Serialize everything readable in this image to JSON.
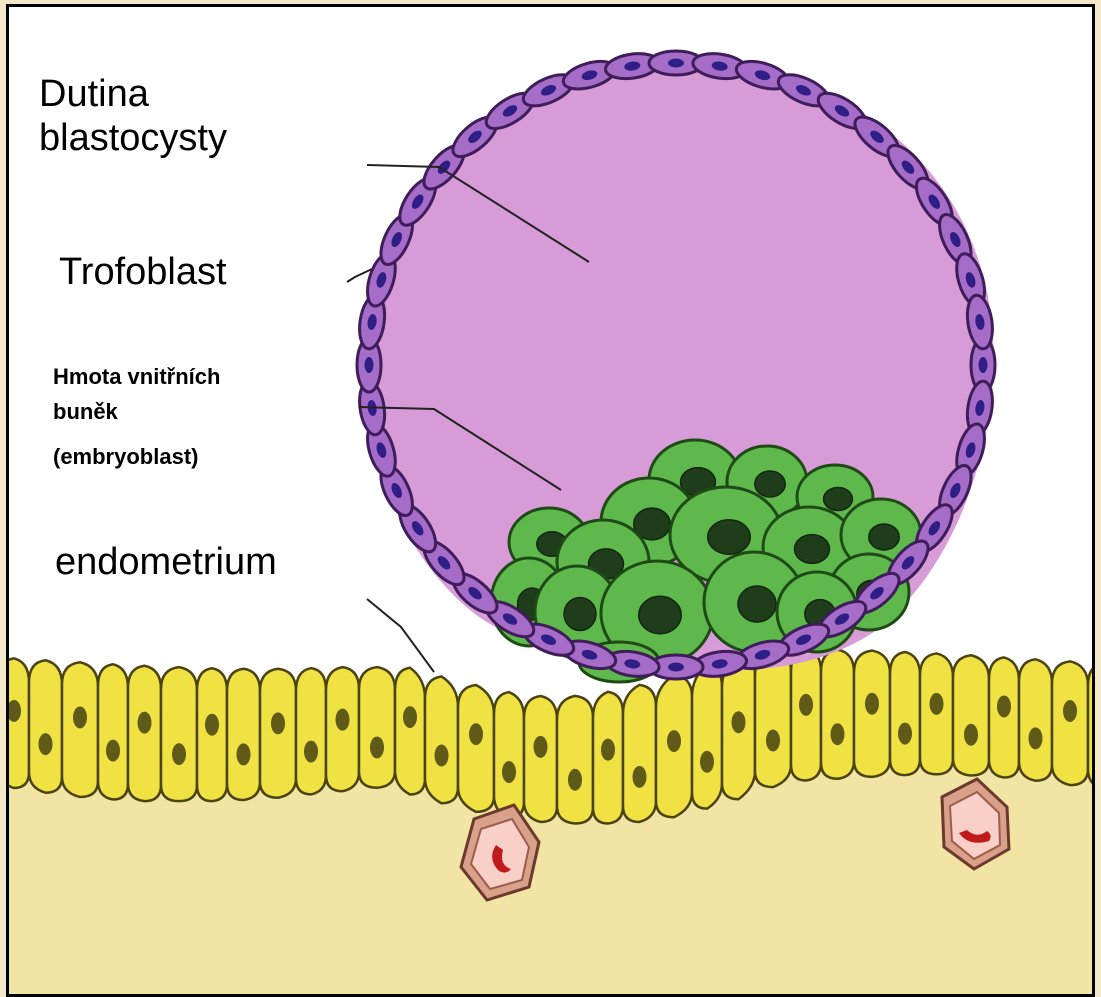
{
  "labels": {
    "cavity_line1": "Dutina",
    "cavity_line2": "blastocysty",
    "trophoblast": "Trofoblast",
    "icm_line1": "Hmota vnitřních",
    "icm_line2": "buněk",
    "icm_line3": "(embryoblast)",
    "endometrium": "endometrium"
  },
  "colors": {
    "page_border": "#f3e8c8",
    "frame_border": "#000000",
    "blastocoel": "#d79bd7",
    "trophoblast_cell": "#a56cc8",
    "trophoblast_nucleus": "#2e1e86",
    "inner_cell_mass": "#5fb84c",
    "inner_cell_nucleus": "#1f3d1a",
    "endometrium_epithelium": "#f1e244",
    "stroma": "#f2e4a4",
    "blood_vessel": "#f8d0c8",
    "blood_cell": "#c01a1a"
  }
}
